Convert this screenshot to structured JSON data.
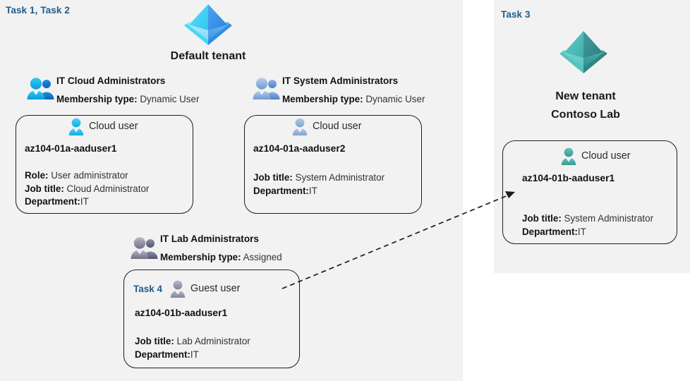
{
  "diagram": {
    "title": "Azure AD tenants, groups and users lab diagram",
    "background": "#ffffff",
    "panel_color": "#f2f2f2",
    "task_label_color": "#1f5c8b"
  },
  "left_panel": {
    "task_label": "Task 1, Task 2",
    "tenant": {
      "icon": "azure-tenant-pyramid-icon",
      "icon_color": "#3fc6f5",
      "name": "Default tenant"
    },
    "groups": [
      {
        "icon": "group-users-icon",
        "icon_color": "#12a0e0",
        "name": "IT Cloud Administrators",
        "membership_label": "Membership type:",
        "membership_value": "Dynamic User",
        "user": {
          "icon": "cloud-user-icon",
          "icon_color": "#2ab6e8",
          "type_label": "Cloud user",
          "name": "az104-01a-aaduser1",
          "attributes": [
            {
              "label": "Role:",
              "value": "User administrator"
            },
            {
              "label": "Job title:",
              "value": "Cloud Administrator"
            },
            {
              "label": "Department:",
              "value": "IT"
            }
          ]
        }
      },
      {
        "icon": "group-users-icon",
        "icon_color": "#86a9d6",
        "name": "IT System Administrators",
        "membership_label": "Membership type:",
        "membership_value": "Dynamic User",
        "user": {
          "icon": "cloud-user-icon",
          "icon_color": "#8fb0d8",
          "type_label": "Cloud user",
          "name": "az104-01a-aaduser2",
          "attributes": [
            {
              "label": "Job title:",
              "value": "System Administrator"
            },
            {
              "label": "Department:",
              "value": "IT"
            }
          ]
        }
      },
      {
        "icon": "group-users-icon",
        "icon_color": "#8b8ba3",
        "name": "IT Lab Administrators",
        "membership_label": "Membership type:",
        "membership_value": "Assigned",
        "user": {
          "icon": "guest-user-icon",
          "icon_color": "#9a9aae",
          "task_label": "Task 4",
          "type_label": "Guest user",
          "name": "az104-01b-aaduser1",
          "attributes": [
            {
              "label": "Job title:",
              "value": "Lab Administrator"
            },
            {
              "label": "Department:",
              "value": "IT"
            }
          ]
        }
      }
    ]
  },
  "right_panel": {
    "task_label": "Task 3",
    "tenant": {
      "icon": "azure-tenant-pyramid-icon",
      "icon_color": "#4fbfbf",
      "name_line1": "New  tenant",
      "name_line2": "Contoso Lab"
    },
    "user": {
      "icon": "cloud-user-icon",
      "icon_color": "#49aaa8",
      "type_label": "Cloud user",
      "name": "az104-01b-aaduser1",
      "attributes": [
        {
          "label": "Job title:",
          "value": "System Administrator"
        },
        {
          "label": "Department:",
          "value": "IT"
        }
      ]
    }
  },
  "connector": {
    "name": "guest-invite-arrow",
    "style": "dashed",
    "color": "#1d1d1d",
    "from": "az104-01b-aaduser1 guest user in Default tenant",
    "to": "az104-01b-aaduser1 cloud user in Contoso Lab"
  }
}
